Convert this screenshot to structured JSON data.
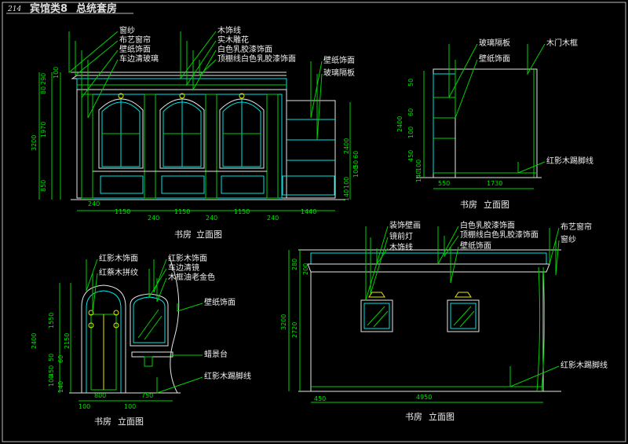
{
  "header": {
    "page_number": "214",
    "category": "宾馆类8",
    "subject": "总统套房"
  },
  "view_a": {
    "title": "书房",
    "suffix": "立面图",
    "callouts_left": [
      "窗纱",
      "布艺窗帘",
      "壁纸饰面",
      "车边清玻璃"
    ],
    "callouts_mid": [
      "木饰线",
      "实木雕花",
      "白色乳胶漆饰面",
      "顶棚线白色乳胶漆饰面"
    ],
    "callouts_right": [
      "壁纸饰面",
      "玻璃隔板"
    ],
    "dims_bottom": [
      "240",
      "1150",
      "240",
      "1150",
      "240",
      "1150",
      "240",
      "1440"
    ],
    "dims_left_inner": [
      "290",
      "80",
      "1970",
      "850"
    ],
    "dims_left_outer": [
      "100",
      "3200"
    ],
    "dims_right": [
      "2400",
      "100",
      "50",
      "60",
      "100",
      "140"
    ]
  },
  "view_b": {
    "title": "书房",
    "suffix": "立面图",
    "callouts": [
      "玻璃隔板",
      "壁纸饰面",
      "木门木框",
      "红影木踢脚线"
    ],
    "dims_bottom": [
      "550",
      "1730"
    ],
    "dims_left": [
      "2400",
      "50",
      "60",
      "100",
      "450",
      "100",
      "140"
    ]
  },
  "view_c": {
    "title": "书房",
    "suffix": "立面图",
    "callouts_left": [
      "红影木饰面",
      "红蔡木拼纹"
    ],
    "callouts_right": [
      "红影木饰面",
      "车边清镜",
      "木框油老金色",
      "壁纸饰面",
      "蜡景台",
      "红影木踢脚线"
    ],
    "dims_bottom": [
      "100",
      "800",
      "100",
      "750"
    ],
    "dims_left_outer": [
      "2400"
    ],
    "dims_left_inner": [
      "1550",
      "2150",
      "50",
      "60",
      "450",
      "100",
      "140"
    ]
  },
  "view_d": {
    "title": "书房",
    "suffix": "立面图",
    "callouts_left": [
      "装饰壁画",
      "镜前灯",
      "木饰线"
    ],
    "callouts_mid": [
      "白色乳胶漆饰面",
      "顶棚线白色乳胶漆饰面",
      "壁纸饰面"
    ],
    "callouts_right": [
      "布艺窗帘",
      "窗纱",
      "红影木踢脚线"
    ],
    "dims_bottom": [
      "450",
      "4950"
    ],
    "dims_left": [
      "280",
      "200",
      "3200",
      "2720"
    ]
  }
}
